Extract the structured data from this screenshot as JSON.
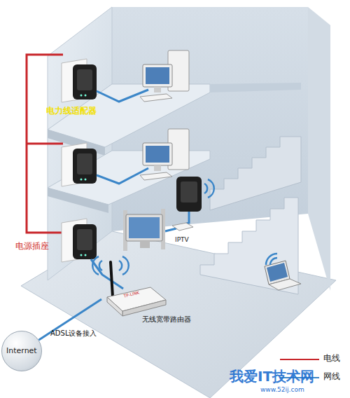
{
  "diagram": {
    "nodes": [
      {
        "text": [
          "Internet"
        ]
      },
      {
        "text": [
          "无线宽带路由器"
        ]
      }
    ],
    "edges": [
      {
        "from": 0,
        "to": 1,
        "label": "ADSL设备接入",
        "arrow": "none"
      }
    ],
    "labels": [
      "电力线适配器",
      "电源插座",
      "IPTV",
      "TP-LINK",
      "我爱IT技术网",
      "www.52ij.com"
    ],
    "legend": [
      {
        "text": "电线"
      },
      {
        "text": "网线"
      }
    ]
  }
}
